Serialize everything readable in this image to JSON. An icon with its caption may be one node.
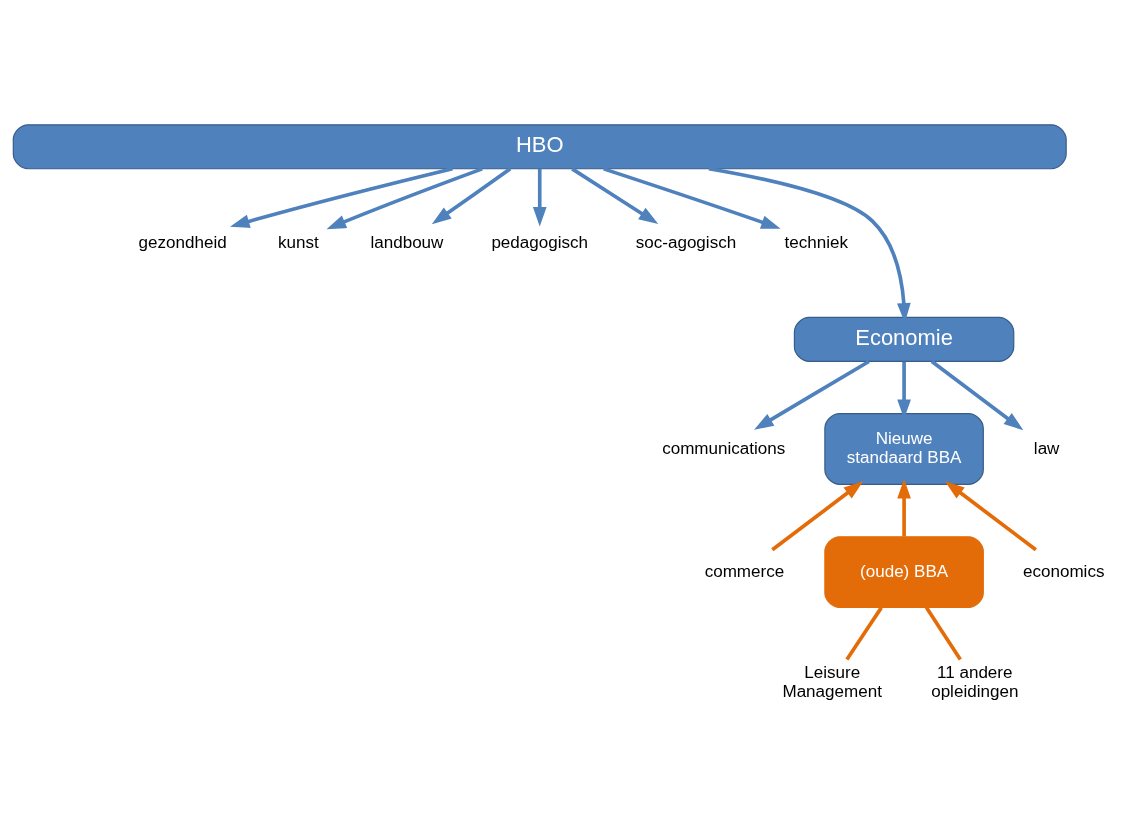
{
  "diagram": {
    "nodes": [
      {
        "text": [
          "HBO"
        ]
      },
      {
        "text": [
          "gezondheid"
        ]
      },
      {
        "text": [
          "kunst"
        ]
      },
      {
        "text": [
          "landbouw"
        ]
      },
      {
        "text": [
          "pedagogisch"
        ]
      },
      {
        "text": [
          "soc-agogisch"
        ]
      },
      {
        "text": [
          "techniek"
        ]
      },
      {
        "text": [
          "Economie"
        ]
      },
      {
        "text": [
          "communications"
        ]
      },
      {
        "text": [
          "Nieuwe standaard BBA"
        ]
      },
      {
        "text": [
          "law"
        ]
      },
      {
        "text": [
          "commerce"
        ]
      },
      {
        "text": [
          "(oude) BBA"
        ]
      },
      {
        "text": [
          "economics"
        ]
      },
      {
        "text": [
          "Leisure Management"
        ]
      },
      {
        "text": [
          "11 andere opleidingen"
        ]
      }
    ],
    "edges": [
      {
        "from": 0,
        "to": 1,
        "arrow": "to"
      },
      {
        "from": 0,
        "to": 2,
        "arrow": "to"
      },
      {
        "from": 0,
        "to": 3,
        "arrow": "to"
      },
      {
        "from": 0,
        "to": 7,
        "arrow": "to"
      },
      {
        "from": 0,
        "to": 4,
        "arrow": "to"
      },
      {
        "from": 0,
        "to": 5,
        "arrow": "to"
      },
      {
        "from": 0,
        "to": 6,
        "arrow": "to"
      },
      {
        "from": 7,
        "to": 8,
        "arrow": "to"
      },
      {
        "from": 7,
        "to": 9,
        "arrow": "to"
      },
      {
        "from": 7,
        "to": 10,
        "arrow": "to"
      },
      {
        "from": 11,
        "to": 9,
        "arrow": "to",
        "color": "#e36c09"
      },
      {
        "from": 12,
        "to": 9,
        "arrow": "to",
        "color": "#e36c09"
      },
      {
        "from": 13,
        "to": 9,
        "arrow": "to",
        "color": "#e36c09"
      },
      {
        "from": 12,
        "to": 14,
        "arrow": "none",
        "color": "#e36c09"
      },
      {
        "from": 12,
        "to": 15,
        "arrow": "none",
        "color": "#e36c09"
      }
    ]
  }
}
